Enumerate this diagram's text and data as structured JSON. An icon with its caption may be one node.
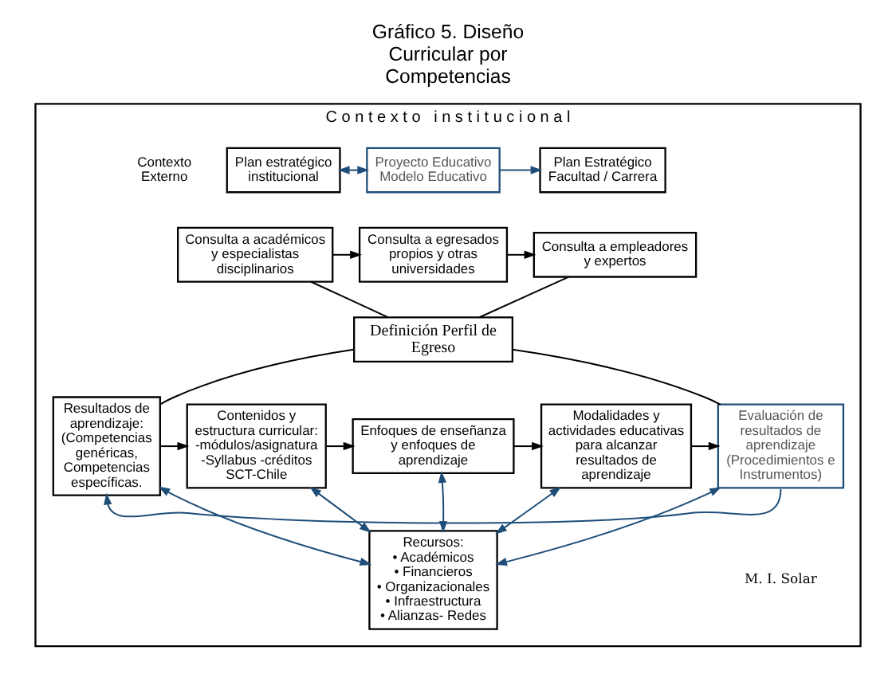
{
  "diagram": {
    "title": "Gráfico 5. Diseño Curricular por Competencias",
    "nodes": [
      {
        "text": [
          "C o n t e x t o   i n s t i t u c i o n a l"
        ]
      },
      {
        "text": [
          "Plan estratégico institucional"
        ],
        "in": 0
      },
      {
        "text": [
          "Proyecto Educativo",
          "Modelo Educativo"
        ],
        "in": 0
      },
      {
        "text": [
          "Plan Estratégico Facultad / Carrera"
        ],
        "in": 0
      },
      {
        "text": [
          "Consulta a académicos y especialistas disciplinarios"
        ],
        "in": 0
      },
      {
        "text": [
          "Consulta a egresados propios y otras universidades"
        ],
        "in": 0
      },
      {
        "text": [
          "Consulta a empleadores y expertos"
        ],
        "in": 0
      },
      {
        "text": [
          "Definición Perfil de Egreso"
        ],
        "in": 0
      },
      {
        "text": [
          "Resultados de aprendizaje: (Competencias genéricas, Competencias específicas."
        ],
        "in": 0
      },
      {
        "text": [
          "Contenidos y estructura curricular: -módulos/asignatura -Syllabus -créditos SCT-Chile"
        ],
        "in": 0
      },
      {
        "text": [
          "Enfoques de enseñanza y enfoques de aprendizaje"
        ],
        "in": 0
      },
      {
        "text": [
          "Modalidades y actividades educativas para alcanzar resultados de aprendizaje"
        ],
        "in": 0
      },
      {
        "text": [
          "Evaluación de resultados de aprendizaje (Procedimientos e Instrumentos)"
        ],
        "in": 0
      },
      {
        "text": [
          "Recursos:",
          "• Académicos",
          "• Financieros",
          "• Organizacionales",
          "• Infraestructura",
          "• Alianzas- Redes"
        ],
        "in": 0
      }
    ],
    "edges": [
      {
        "from": 1,
        "to": 2,
        "arrow": "both",
        "color": "#1f4e79"
      },
      {
        "from": 2,
        "to": 3,
        "arrow": "to",
        "color": "#1f4e79"
      },
      {
        "from": 4,
        "to": 5,
        "arrow": "to"
      },
      {
        "from": 5,
        "to": 6,
        "arrow": "to"
      },
      {
        "from": 4,
        "to": 7,
        "arrow": "none"
      },
      {
        "from": 6,
        "to": 7,
        "arrow": "none"
      },
      {
        "from": 7,
        "to": 8,
        "arrow": "none"
      },
      {
        "from": 7,
        "to": 12,
        "arrow": "none"
      },
      {
        "from": 8,
        "to": 9,
        "arrow": "to"
      },
      {
        "from": 9,
        "to": 10,
        "arrow": "to"
      },
      {
        "from": 10,
        "to": 11,
        "arrow": "to"
      },
      {
        "from": 11,
        "to": 12,
        "arrow": "to"
      },
      {
        "from": 13,
        "to": 8,
        "arrow": "both",
        "color": "#1f4e79"
      },
      {
        "from": 13,
        "to": 9,
        "arrow": "both",
        "color": "#1f4e79"
      },
      {
        "from": 13,
        "to": 10,
        "arrow": "both",
        "color": "#1f4e79"
      },
      {
        "from": 13,
        "to": 11,
        "arrow": "both",
        "color": "#1f4e79"
      },
      {
        "from": 13,
        "to": 12,
        "arrow": "both",
        "color": "#1f4e79"
      },
      {
        "from": 12,
        "to": 8,
        "arrow": "to",
        "color": "#1f4e79"
      }
    ],
    "labels": [
      "Contexto Externo",
      "M. I. Solar"
    ]
  }
}
